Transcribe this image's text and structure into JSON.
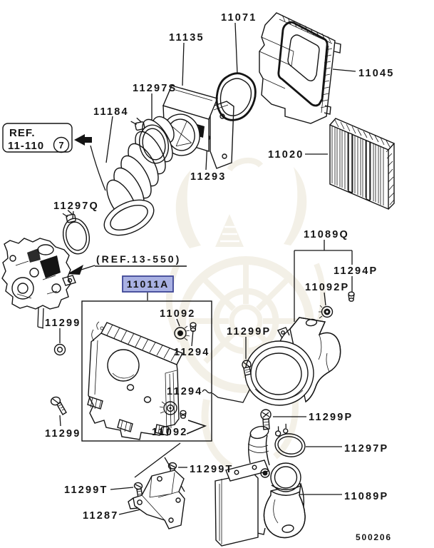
{
  "diagram": {
    "code": "500206",
    "ref_callout": {
      "line1": "REF.",
      "line2": "11-110",
      "badge": "7"
    },
    "inline_ref": "(REF.13-550)",
    "highlighted_part": "11011A",
    "colors": {
      "highlight_fill": "#a9b1e3",
      "highlight_border": "#3e4695",
      "highlight_text": "#161e6f",
      "line": "#141414",
      "watermark": "#ebe5d5"
    },
    "part_labels": {
      "p11135": "11135",
      "p11071": "11071",
      "p11045": "11045",
      "p11297S": "11297S",
      "p11184": "11184",
      "p11020": "11020",
      "p11293": "11293",
      "p11297Q": "11297Q",
      "p11299_upper": "11299",
      "p11092_upper": "11092",
      "p11294_upper": "11294",
      "p11294_lower": "11294",
      "p11092_lower": "11092",
      "p11299_lower": "11299",
      "p11299T_right": "11299T",
      "p11299T_left": "11299T",
      "p11287": "11287",
      "p11299P_upper": "11299P",
      "p11089Q": "11089Q",
      "p11294P": "11294P",
      "p11092P": "11092P",
      "p11299P_lower": "11299P",
      "p11297P": "11297P",
      "p11089P": "11089P"
    }
  }
}
